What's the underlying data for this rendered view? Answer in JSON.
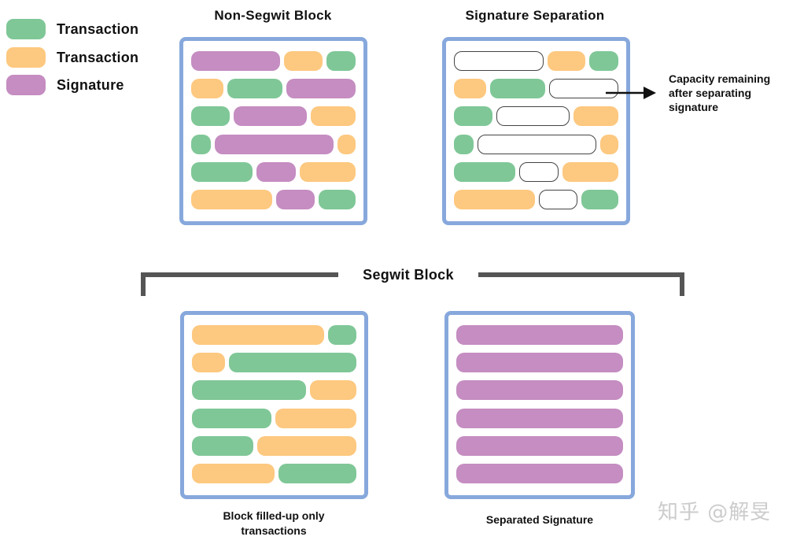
{
  "colors": {
    "transaction_green": "#7fc797",
    "transaction_orange": "#fdc87f",
    "signature_purple": "#c58dc1",
    "frame_blue": "#87a8dc",
    "bracket_gray": "#555555"
  },
  "legend": [
    {
      "label": "Transaction",
      "color": "green"
    },
    {
      "label": "Transaction",
      "color": "orange"
    },
    {
      "label": "Signature",
      "color": "purple"
    }
  ],
  "non_segwit": {
    "title": "Non-Segwit Block",
    "rows": [
      [
        {
          "c": "purple",
          "w": 0.55
        },
        {
          "c": "orange",
          "w": 0.24
        },
        {
          "c": "green",
          "w": 0.18
        }
      ],
      [
        {
          "c": "orange",
          "w": 0.2
        },
        {
          "c": "green",
          "w": 0.34
        },
        {
          "c": "purple",
          "w": 0.43
        }
      ],
      [
        {
          "c": "green",
          "w": 0.24
        },
        {
          "c": "purple",
          "w": 0.45
        },
        {
          "c": "orange",
          "w": 0.28
        }
      ],
      [
        {
          "c": "green",
          "w": 0.12
        },
        {
          "c": "purple",
          "w": 0.74
        },
        {
          "c": "orange",
          "w": 0.11
        }
      ],
      [
        {
          "c": "green",
          "w": 0.37
        },
        {
          "c": "purple",
          "w": 0.24
        },
        {
          "c": "orange",
          "w": 0.34
        }
      ],
      [
        {
          "c": "orange",
          "w": 0.5
        },
        {
          "c": "purple",
          "w": 0.24
        },
        {
          "c": "green",
          "w": 0.23
        }
      ]
    ]
  },
  "signature_separation": {
    "title": "Signature Separation",
    "annotation": "Capacity remaining after separating signature",
    "annotation_lines": [
      "Capacity remaining",
      "after separating",
      "signature"
    ],
    "rows": [
      [
        {
          "c": "empty",
          "w": 0.56
        },
        {
          "c": "orange",
          "w": 0.24
        },
        {
          "c": "green",
          "w": 0.18
        }
      ],
      [
        {
          "c": "orange",
          "w": 0.2
        },
        {
          "c": "green",
          "w": 0.34
        },
        {
          "c": "empty",
          "w": 0.43
        }
      ],
      [
        {
          "c": "green",
          "w": 0.24
        },
        {
          "c": "empty",
          "w": 0.45
        },
        {
          "c": "orange",
          "w": 0.28
        }
      ],
      [
        {
          "c": "green",
          "w": 0.12
        },
        {
          "c": "empty",
          "w": 0.74
        },
        {
          "c": "orange",
          "w": 0.11
        }
      ],
      [
        {
          "c": "green",
          "w": 0.37
        },
        {
          "c": "empty",
          "w": 0.24
        },
        {
          "c": "orange",
          "w": 0.34
        }
      ],
      [
        {
          "c": "orange",
          "w": 0.5
        },
        {
          "c": "empty",
          "w": 0.24
        },
        {
          "c": "green",
          "w": 0.23
        }
      ]
    ]
  },
  "segwit": {
    "title": "Segwit Block",
    "transactions_block": {
      "caption_lines": [
        "Block filled-up only",
        "transactions"
      ],
      "rows": [
        [
          {
            "c": "orange",
            "w": 0.8
          },
          {
            "c": "green",
            "w": 0.17
          }
        ],
        [
          {
            "c": "orange",
            "w": 0.2
          },
          {
            "c": "green",
            "w": 0.77
          }
        ],
        [
          {
            "c": "green",
            "w": 0.69
          },
          {
            "c": "orange",
            "w": 0.28
          }
        ],
        [
          {
            "c": "green",
            "w": 0.48
          },
          {
            "c": "orange",
            "w": 0.49
          }
        ],
        [
          {
            "c": "green",
            "w": 0.37
          },
          {
            "c": "orange",
            "w": 0.6
          }
        ],
        [
          {
            "c": "orange",
            "w": 0.5
          },
          {
            "c": "green",
            "w": 0.47
          }
        ]
      ]
    },
    "signature_block": {
      "caption": "Separated Signature",
      "rows": [
        [
          {
            "c": "purple",
            "w": 1
          }
        ],
        [
          {
            "c": "purple",
            "w": 1
          }
        ],
        [
          {
            "c": "purple",
            "w": 1
          }
        ],
        [
          {
            "c": "purple",
            "w": 1
          }
        ],
        [
          {
            "c": "purple",
            "w": 1
          }
        ],
        [
          {
            "c": "purple",
            "w": 1
          }
        ]
      ]
    }
  },
  "watermark": "知乎 @解旻"
}
